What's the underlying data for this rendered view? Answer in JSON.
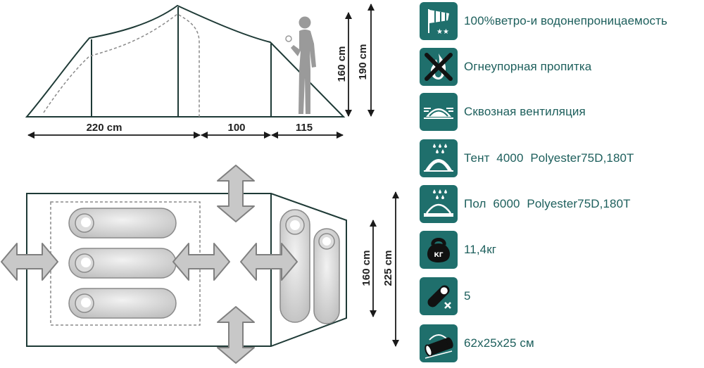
{
  "side_view": {
    "height_labels": [
      "160 cm",
      "190 cm"
    ],
    "length_labels": [
      "220 cm",
      "100",
      "115"
    ]
  },
  "top_view": {
    "width_labels": [
      "160 cm",
      "225 cm"
    ]
  },
  "specs": [
    {
      "icon": "windsock-icon",
      "text": "100%ветро-и водонепроницаемость"
    },
    {
      "icon": "no-fire-icon",
      "text": "Огнеупорная пропитка"
    },
    {
      "icon": "ventilation-icon",
      "text": "Сквозная вентиляция"
    },
    {
      "icon": "rain-dome-icon",
      "text": "Тент  4000 Polyester75D,180T"
    },
    {
      "icon": "rain-floor-icon",
      "text": "Пол  6000 Polyester75D,180T"
    },
    {
      "icon": "kettlebell-icon",
      "text": "11,4кг",
      "badge": "КГ"
    },
    {
      "icon": "sleeping-bag-icon",
      "text": "5"
    },
    {
      "icon": "packed-bag-icon",
      "text": "62x25x25 см"
    }
  ],
  "colors": {
    "accent": "#1f6f6c",
    "tent_outline": "#1e3a36",
    "arrow_fill": "#c8c8c8",
    "arrow_stroke": "#808080"
  }
}
